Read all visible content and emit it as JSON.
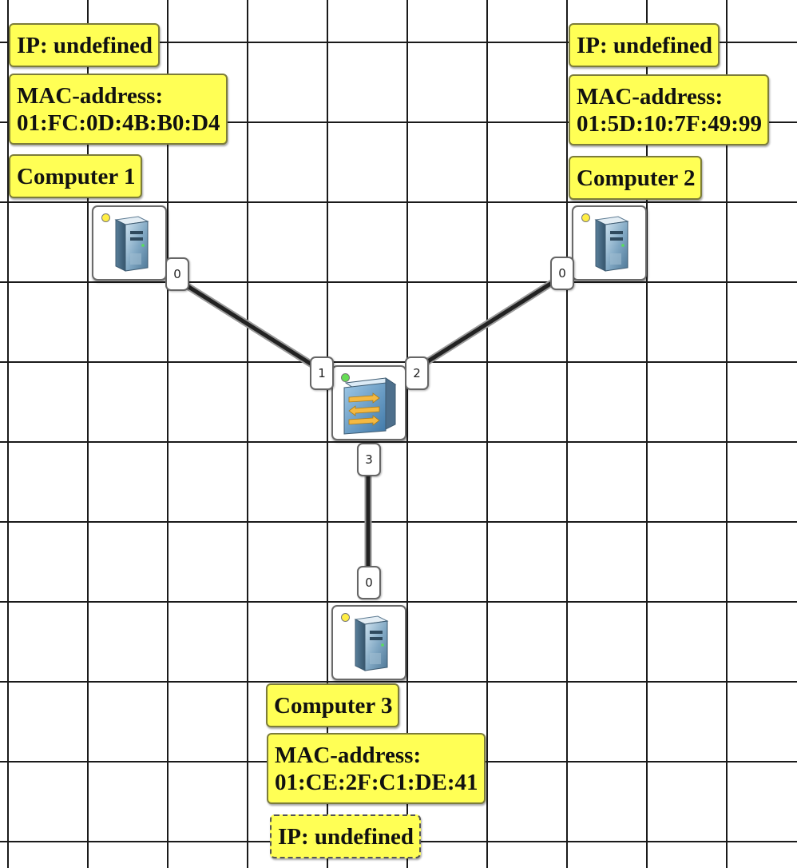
{
  "nodes": {
    "computer1": {
      "name": "Computer 1",
      "mac_label": "MAC-address:",
      "mac": "01:FC:0D:4B:B0:D4",
      "ip": "IP: undefined",
      "port": "0",
      "led_color": "#ffee44"
    },
    "computer2": {
      "name": "Computer 2",
      "mac_label": "MAC-address:",
      "mac": "01:5D:10:7F:49:99",
      "ip": "IP: undefined",
      "port": "0",
      "led_color": "#ffee44"
    },
    "computer3": {
      "name": "Computer 3",
      "mac_label": "MAC-address:",
      "mac": "01:CE:2F:C1:DE:41",
      "ip": "IP: undefined",
      "port": "0",
      "led_color": "#ffee44"
    },
    "switch": {
      "ports": [
        "1",
        "2",
        "3"
      ],
      "led_color": "#66dd55",
      "icon": "network-switch-icon"
    }
  },
  "colors": {
    "label_bg": "#ffff55",
    "grid": "#1a1a1a"
  },
  "icons": {
    "computer": "computer-tower-icon",
    "switch": "network-switch-icon"
  }
}
